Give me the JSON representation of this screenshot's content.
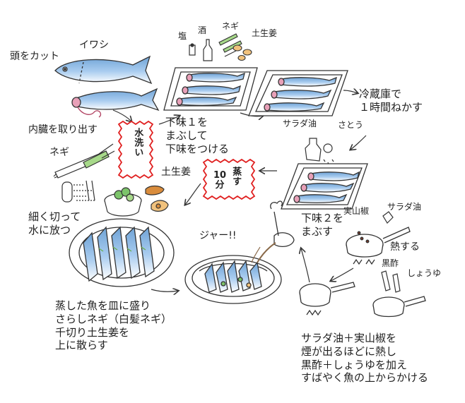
{
  "labels": {
    "head_cut": "頭をカット",
    "sardine": "イワシ",
    "remove_guts": "内臓を取り出す",
    "wash_badge": "水洗い",
    "salt": "塩",
    "sake": "酒",
    "negi_top": "ネギ",
    "ginger_top": "土生姜",
    "step1": "下味１を\nまぶして\n下味をつける",
    "fridge": "冷蔵庫で\n１時間ねかす",
    "salad_oil_top": "サラダ油",
    "sugar": "さとう",
    "negi_left": "ネギ",
    "ginger_mid": "土生姜",
    "steam_badge_num": "10\n分",
    "steam_badge_word": "蒸す",
    "cut_fine": "細く切って\n水に放つ",
    "step2": "下味２を\nまぶす",
    "sansho": "実山椒",
    "salad_oil_right": "サラダ油",
    "heat": "熱する",
    "sizzle": "ジャー!!",
    "black_vinegar": "黒酢",
    "soy_sauce": "しょうゆ",
    "plate_instructions": "蒸した魚を皿に盛り\nさらしネギ（白髪ネギ）\n千切り土生姜を\n上に散らす",
    "final_instructions": "サラダ油＋実山椒を\n煙が出るほどに熱し\n黒酢＋しょうゆを加え\nすばやく魚の上からかける"
  },
  "colors": {
    "ink": "#2a2a2a",
    "fish_blue": "#8fb8e0",
    "fish_pink": "#e8a0b8",
    "badge_red": "#e02020",
    "negi_green": "#6ab04c",
    "ginger_orange": "#d98c3c",
    "herb_green": "#7cc46a"
  },
  "icons": [
    "fish-icon",
    "tray-icon",
    "bottle-icon",
    "pan-icon",
    "plate-icon",
    "scallion-icon",
    "ginger-icon",
    "arrow-icon"
  ]
}
